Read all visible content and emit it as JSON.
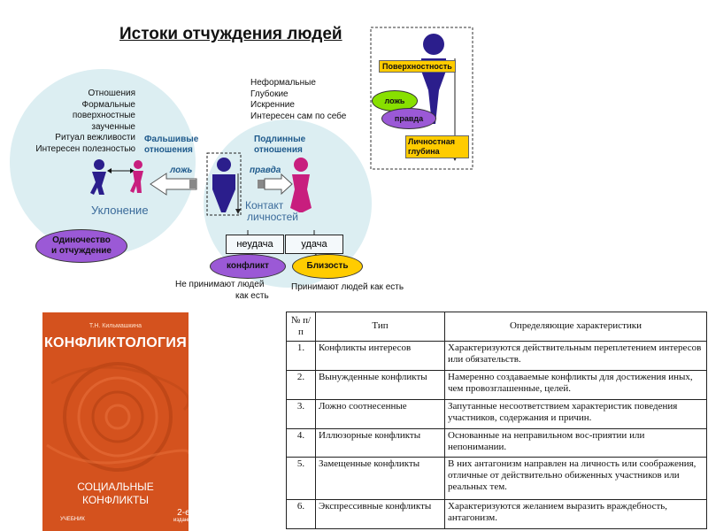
{
  "diagram": {
    "title": "Истоки отчуждения людей",
    "left_list": [
      "Отношения",
      "Формальные",
      "поверхностные",
      "заученные",
      "Ритуал вежливости",
      "Интересен полезностью"
    ],
    "right_list": [
      "Неформальные",
      "Глубокие",
      "Искренние",
      "Интересен сам по себе"
    ],
    "false_relations": [
      "Фальшивые",
      "отношения"
    ],
    "true_relations": [
      "Подлинные",
      "отношения"
    ],
    "lie": "ложь",
    "truth": "правда",
    "avoidance": "Уклонение",
    "contact": [
      "Контакт",
      "личностей"
    ],
    "loneliness": [
      "Одиночество",
      "и отчуждение"
    ],
    "failure": "неудача",
    "success": "удача",
    "conflict": "конфликт",
    "closeness": "Близость",
    "not_accept": [
      "Не принимают людей",
      "как есть"
    ],
    "accept": "Принимают людей как есть",
    "surface": "Поверхностность",
    "inset_lie": "ложь",
    "inset_truth": "правда",
    "depth": [
      "Личностная",
      "глубина"
    ],
    "colors": {
      "bubble": "#dceef2",
      "navy": "#2b1e8c",
      "magenta": "#c81e7e",
      "green": "#88e000",
      "purple": "#9b59d6",
      "yellow": "#ffcc00",
      "accent_blue": "#1f5a8c"
    }
  },
  "book": {
    "author": "Т.Н. Кильмашкина",
    "title": "КОНФЛИКТОЛОГИЯ",
    "subtitle": [
      "СОЦИАЛЬНЫЕ",
      "КОНФЛИКТЫ"
    ],
    "kind": "УЧЕБНИК",
    "edition": [
      "2-е",
      "издание"
    ]
  },
  "table": {
    "headers": [
      "№ п/п",
      "Тип",
      "Определяющие характеристики"
    ],
    "rows": [
      {
        "num": "1.",
        "type": "Конфликты интересов",
        "desc": "Характеризуются действительным переплетением интересов или обязательств."
      },
      {
        "num": "2.",
        "type": "Вынужденные конфликты",
        "desc": "Намеренно создаваемые конфликты для достижения иных, чем провозглашенные, целей."
      },
      {
        "num": "3.",
        "type": "Ложно соотнесенные",
        "desc": "Запутанные несоответствием характеристик поведения участников, содержания и причин."
      },
      {
        "num": "4.",
        "type": "Иллюзорные конфликты",
        "desc": "Основанные на неправильном вос-приятии или непонимании."
      },
      {
        "num": "5.",
        "type": "Замещенные конфликты",
        "desc": "В них антагонизм направлен на личность или соображения, отличные от действительно обиженных участников или реальных тем."
      },
      {
        "num": "6.",
        "type": "Экспрессивные конфликты",
        "desc": "Характеризуются желанием выразить враждебность, антагонизм."
      }
    ]
  }
}
